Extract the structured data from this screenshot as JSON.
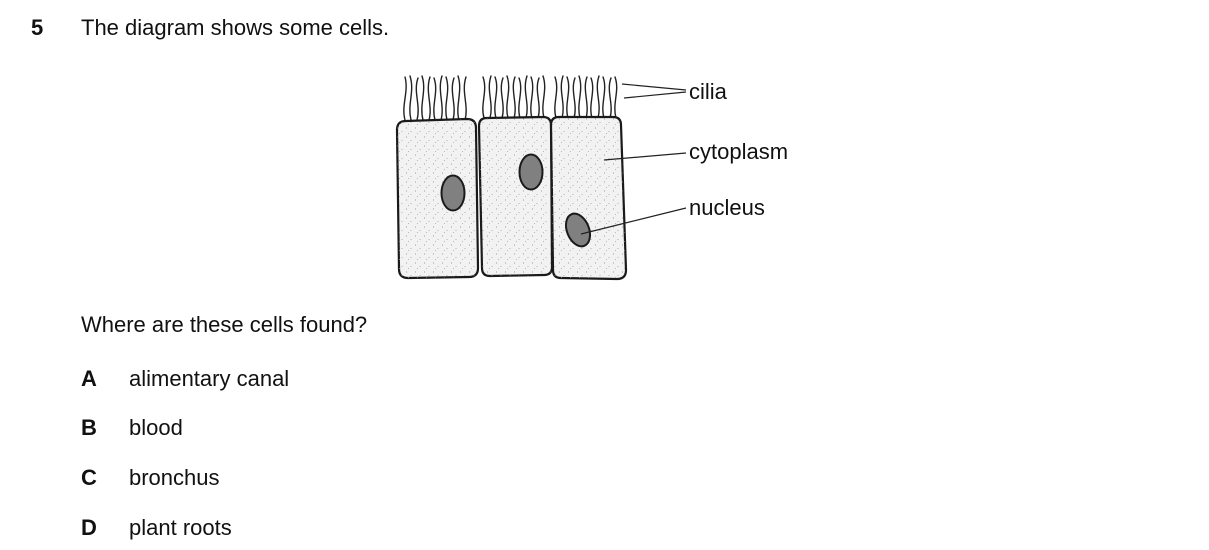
{
  "question": {
    "number": "5",
    "stem": "The diagram shows some cells.",
    "prompt": "Where are these cells found?"
  },
  "diagram": {
    "labels": {
      "cilia": "cilia",
      "cytoplasm": "cytoplasm",
      "nucleus": "nucleus"
    }
  },
  "options": [
    {
      "letter": "A",
      "text": "alimentary canal"
    },
    {
      "letter": "B",
      "text": "blood"
    },
    {
      "letter": "C",
      "text": "bronchus"
    },
    {
      "letter": "D",
      "text": "plant roots"
    }
  ]
}
